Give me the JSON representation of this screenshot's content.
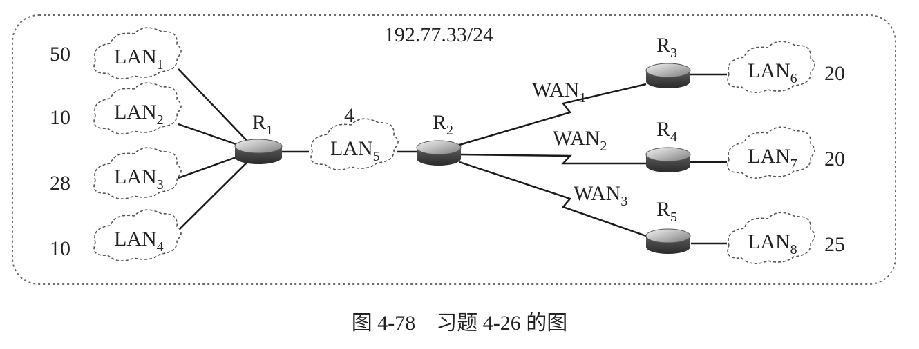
{
  "network": "192.77.33/24",
  "lans": [
    {
      "id": "lan1",
      "name": "LAN",
      "sub": "1",
      "hosts": "50"
    },
    {
      "id": "lan2",
      "name": "LAN",
      "sub": "2",
      "hosts": "10"
    },
    {
      "id": "lan3",
      "name": "LAN",
      "sub": "3",
      "hosts": "28"
    },
    {
      "id": "lan4",
      "name": "LAN",
      "sub": "4",
      "hosts": "10"
    },
    {
      "id": "lan5",
      "name": "LAN",
      "sub": "5",
      "hosts": "4"
    },
    {
      "id": "lan6",
      "name": "LAN",
      "sub": "6",
      "hosts": "20"
    },
    {
      "id": "lan7",
      "name": "LAN",
      "sub": "7",
      "hosts": "20"
    },
    {
      "id": "lan8",
      "name": "LAN",
      "sub": "8",
      "hosts": "25"
    }
  ],
  "routers": [
    {
      "id": "r1",
      "name": "R",
      "sub": "1"
    },
    {
      "id": "r2",
      "name": "R",
      "sub": "2"
    },
    {
      "id": "r3",
      "name": "R",
      "sub": "3"
    },
    {
      "id": "r4",
      "name": "R",
      "sub": "4"
    },
    {
      "id": "r5",
      "name": "R",
      "sub": "5"
    }
  ],
  "wans": [
    {
      "id": "wan1",
      "name": "WAN",
      "sub": "1"
    },
    {
      "id": "wan2",
      "name": "WAN",
      "sub": "2"
    },
    {
      "id": "wan3",
      "name": "WAN",
      "sub": "3"
    }
  ],
  "caption": "图 4-78　习题 4-26 的图"
}
